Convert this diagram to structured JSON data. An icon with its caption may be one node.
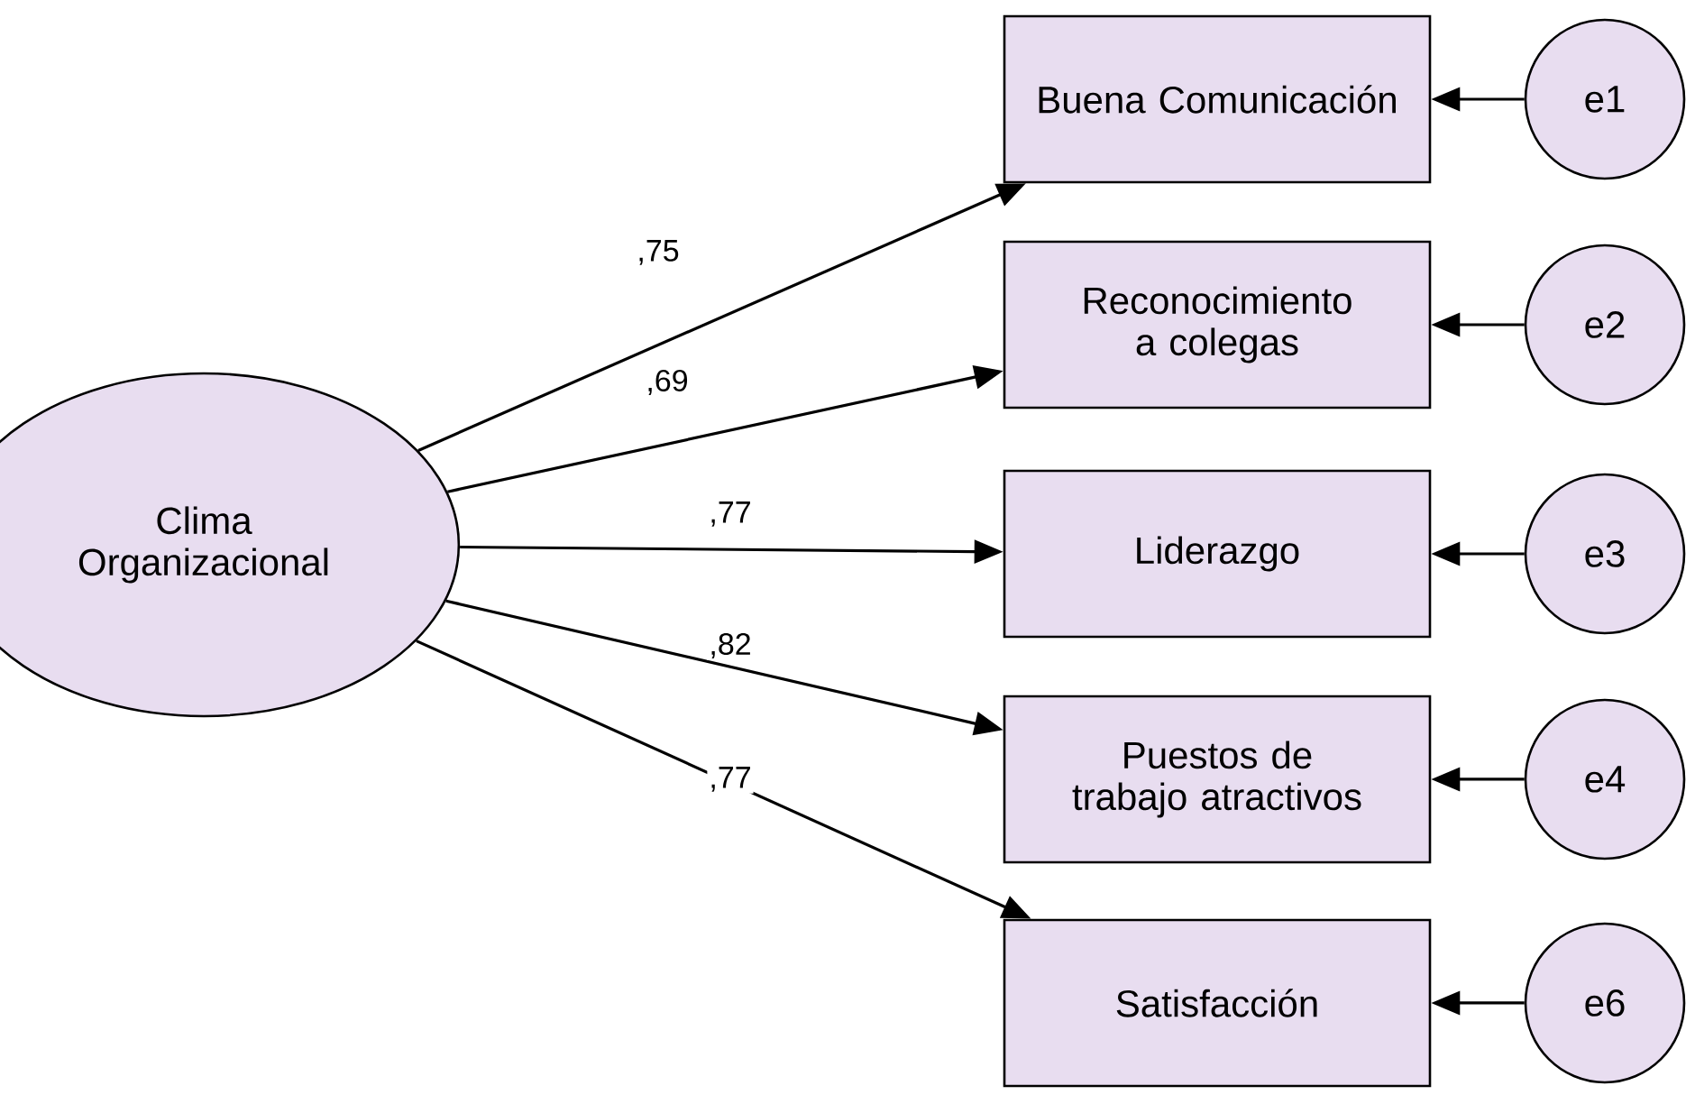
{
  "diagram": {
    "nodes": [
      {
        "text": [
          "Clima Organizacional"
        ]
      },
      {
        "text": [
          "Buena Comunicación"
        ]
      },
      {
        "text": [
          "Reconocimiento a colegas"
        ]
      },
      {
        "text": [
          "Liderazgo"
        ]
      },
      {
        "text": [
          "Puestos de trabajo atractivos"
        ]
      },
      {
        "text": [
          "Satisfacción"
        ]
      },
      {
        "text": [
          "e1"
        ]
      },
      {
        "text": [
          "e2"
        ]
      },
      {
        "text": [
          "e3"
        ]
      },
      {
        "text": [
          "e4"
        ]
      },
      {
        "text": [
          "e6"
        ]
      }
    ],
    "edges": [
      {
        "from": 0,
        "to": 1,
        "arrow": "to",
        "label": ",75"
      },
      {
        "from": 0,
        "to": 2,
        "arrow": "to",
        "label": ",69"
      },
      {
        "from": 0,
        "to": 3,
        "arrow": "to",
        "label": ",77"
      },
      {
        "from": 0,
        "to": 4,
        "arrow": "to",
        "label": ",82"
      },
      {
        "from": 0,
        "to": 5,
        "arrow": "to",
        "label": ",77"
      },
      {
        "from": 6,
        "to": 1,
        "arrow": "to"
      },
      {
        "from": 7,
        "to": 2,
        "arrow": "to"
      },
      {
        "from": 8,
        "to": 3,
        "arrow": "to"
      },
      {
        "from": 9,
        "to": 4,
        "arrow": "to"
      },
      {
        "from": 10,
        "to": 5,
        "arrow": "to"
      }
    ]
  }
}
